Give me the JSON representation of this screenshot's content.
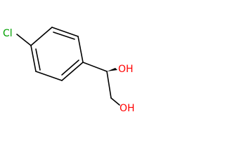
{
  "molecule": {
    "atoms": {
      "chlorine": "Cl",
      "hydroxyl_1": "OH",
      "hydroxyl_2": "OH"
    },
    "colors": {
      "bond": "#000000",
      "chlorine": "#00a000",
      "oxygen": "#ff0000",
      "hydrogen": "#000000"
    }
  }
}
